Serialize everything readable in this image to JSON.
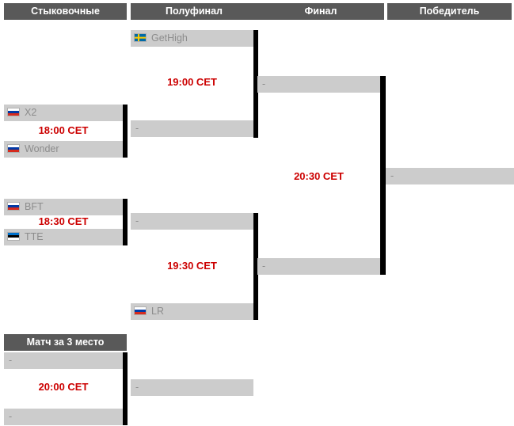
{
  "page": {
    "title": "Tournament bracket",
    "background": "#ffffff",
    "header_bg": "#595959",
    "header_text_color": "#ffffff",
    "slot_bg": "#cccccc",
    "slot_text_color": "#8c8c8c",
    "time_color": "#cc0000",
    "connector_color": "#000000",
    "empty_placeholder": "-"
  },
  "headers": [
    {
      "label": "Стыковочные"
    },
    {
      "label": "Полуфинал"
    },
    {
      "label": "Финал"
    },
    {
      "label": "Победитель"
    }
  ],
  "third_place": {
    "header": "Матч за 3 место",
    "time": "20:00 CET",
    "slot_top": "-",
    "slot_bottom": "-",
    "result_slot": "-"
  },
  "qualifiers": {
    "match1": {
      "time": "18:00 CET",
      "team_top": {
        "name": "X2",
        "flag": "russia"
      },
      "team_bottom": {
        "name": "Wonder",
        "flag": "russia"
      }
    },
    "match2": {
      "time": "18:30 CET",
      "team_top": {
        "name": "BFT",
        "flag": "russia"
      },
      "team_bottom": {
        "name": "TTE",
        "flag": "estonia"
      }
    }
  },
  "semifinals": {
    "match1": {
      "time": "19:00 CET",
      "team_top": {
        "name": "GetHigh",
        "flag": "sweden"
      },
      "team_bottom": {
        "name": "-",
        "flag": "none"
      }
    },
    "match2": {
      "time": "19:30 CET",
      "team_top": {
        "name": "-",
        "flag": "none"
      },
      "team_bottom": {
        "name": "LR",
        "flag": "russia"
      }
    }
  },
  "final": {
    "time": "20:30 CET",
    "team_top": "-",
    "team_bottom": "-"
  },
  "winner": {
    "team": "-"
  },
  "flag_colors": {
    "russia": [
      "#ffffff",
      "#0039a6",
      "#d52b1e"
    ],
    "estonia": [
      "#0072ce",
      "#000000",
      "#ffffff"
    ],
    "sweden": [
      "#006aa7",
      "#fecc00"
    ]
  }
}
